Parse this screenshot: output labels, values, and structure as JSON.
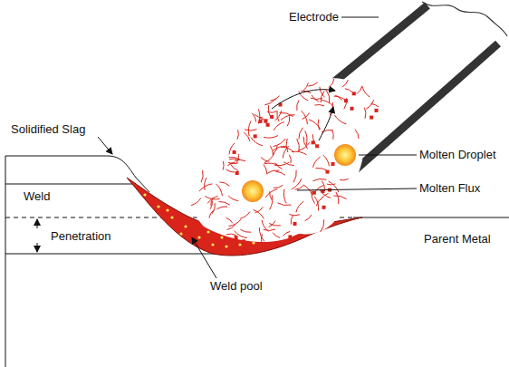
{
  "diagram": {
    "labels": [
      "Electrode",
      "Molten Droplet",
      "Molten Flux",
      "Solidified Slag",
      "Weld",
      "Penetration",
      "Parent Metal",
      "Weld pool"
    ]
  }
}
